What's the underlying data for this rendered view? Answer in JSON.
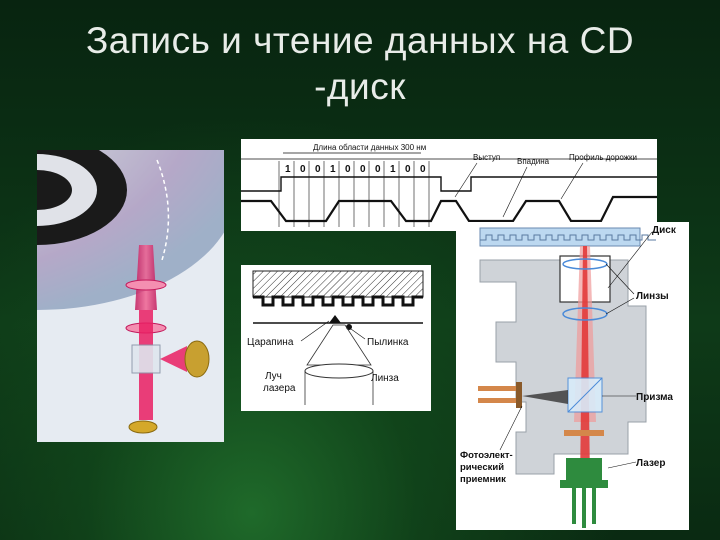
{
  "slide": {
    "title_line1": "Запись и чтение данных на CD",
    "title_line2": "-диск"
  },
  "signal_panel": {
    "header": "Длина области данных 300 нм",
    "bits": [
      "1",
      "0",
      "0",
      "1",
      "0",
      "0",
      "0",
      "1",
      "0",
      "0"
    ],
    "label_bump": "Выступ",
    "label_pit": "Впадина",
    "label_profile": "Профиль дорожки"
  },
  "pit_panel": {
    "label_scratch": "Царапина",
    "label_dust": "Пылинка",
    "label_beam_1": "Луч",
    "label_beam_2": "лазера",
    "label_lens": "Линза"
  },
  "optics_panel": {
    "label_disk": "Диск",
    "label_lenses": "Линзы",
    "label_prism": "Призма",
    "label_laser": "Лазер",
    "label_receiver_1": "Фотоэлект-",
    "label_receiver_2": "рический",
    "label_receiver_3": "приемник"
  },
  "colors": {
    "background": "#0b2a12",
    "title": "#e8ece8",
    "laser_beam": "#e23a3a",
    "disk_blue": "#bcd8f0"
  }
}
